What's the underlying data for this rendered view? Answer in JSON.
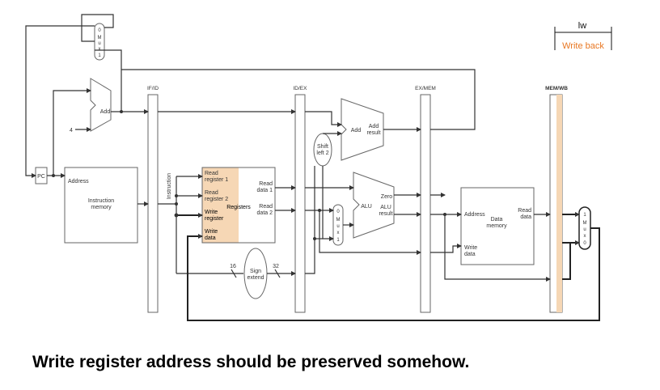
{
  "instruction_tag": {
    "name": "lw",
    "stage": "Write back",
    "stage_color": "#e87722"
  },
  "highlight_color": "#f6d7b5",
  "pipeline_registers": [
    "IF/ID",
    "ID/EX",
    "EX/MEM",
    "MEM/WB"
  ],
  "components": {
    "pc": "PC",
    "add_pc": "Add",
    "constant_four": "4",
    "instruction_memory": {
      "port": "Address",
      "title": "Instruction\nmemory"
    },
    "instruction_bus": "Instruction",
    "registers": {
      "read_register_1": "Read\nregister 1",
      "read_register_2": "Read\nregister 2",
      "write_register": "Write\nregister",
      "write_data": "Write\ndata",
      "title": "Registers",
      "read_data_1": "Read\ndata 1",
      "read_data_2": "Read\ndata 2"
    },
    "shift_left": "Shift\nleft 2",
    "add_branch": {
      "label": "Add",
      "result": "Add\nresult"
    },
    "alu": {
      "label": "ALU",
      "zero": "Zero",
      "result": "ALU\nresult"
    },
    "sign_extend": {
      "label": "Sign\nextend",
      "in_bits": "16",
      "out_bits": "32"
    },
    "data_memory": {
      "address": "Address",
      "title": "Data\nmemory",
      "read_data": "Read\ndata",
      "write_data": "Write\ndata"
    },
    "mux_pc": [
      "0",
      "M",
      "u",
      "x",
      "1"
    ],
    "mux_alu": [
      "0",
      "M",
      "u",
      "x",
      "1"
    ],
    "mux_wb": [
      "1",
      "M",
      "u",
      "x",
      "0"
    ]
  },
  "caption": "Write register address should be preserved somehow."
}
